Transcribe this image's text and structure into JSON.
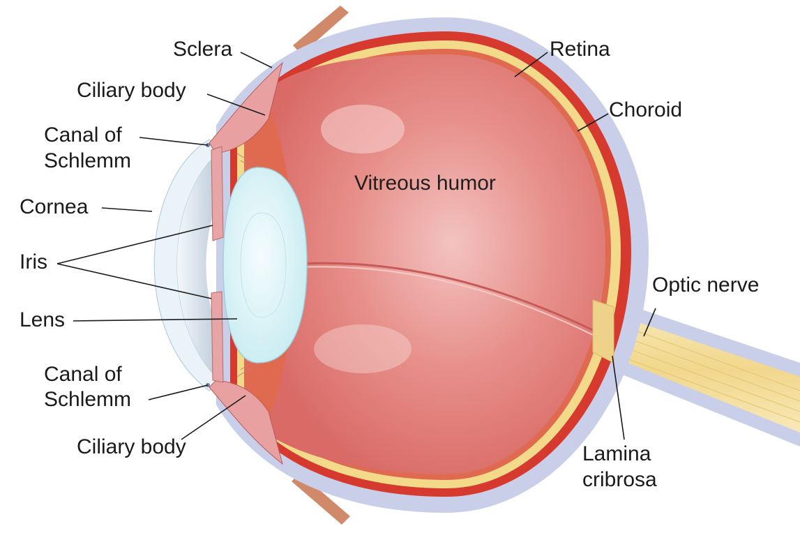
{
  "labels": {
    "sclera": "Sclera",
    "ciliary_body_top": "Ciliary body",
    "canal_top_line1": "Canal of",
    "canal_top_line2": "Schlemm",
    "cornea": "Cornea",
    "iris": "Iris",
    "lens": "Lens",
    "canal_bottom_line1": "Canal of",
    "canal_bottom_line2": "Schlemm",
    "ciliary_body_bottom": "Ciliary body",
    "retina": "Retina",
    "choroid": "Choroid",
    "vitreous_humor": "Vitreous humor",
    "optic_nerve": "Optic nerve",
    "lamina_line1": "Lamina",
    "lamina_line2": "cribrosa"
  },
  "colors": {
    "sclera": "#c9cfe9",
    "choroid": "#d63a2f",
    "retina": "#f3d98a",
    "vitreous": "#e48682",
    "lens": "#dff4f8",
    "cornea": "#e9f3f8",
    "iris": "#e8a5a5",
    "optic_nerve": "#f5e0a0",
    "muscle": "#c66a4a"
  }
}
